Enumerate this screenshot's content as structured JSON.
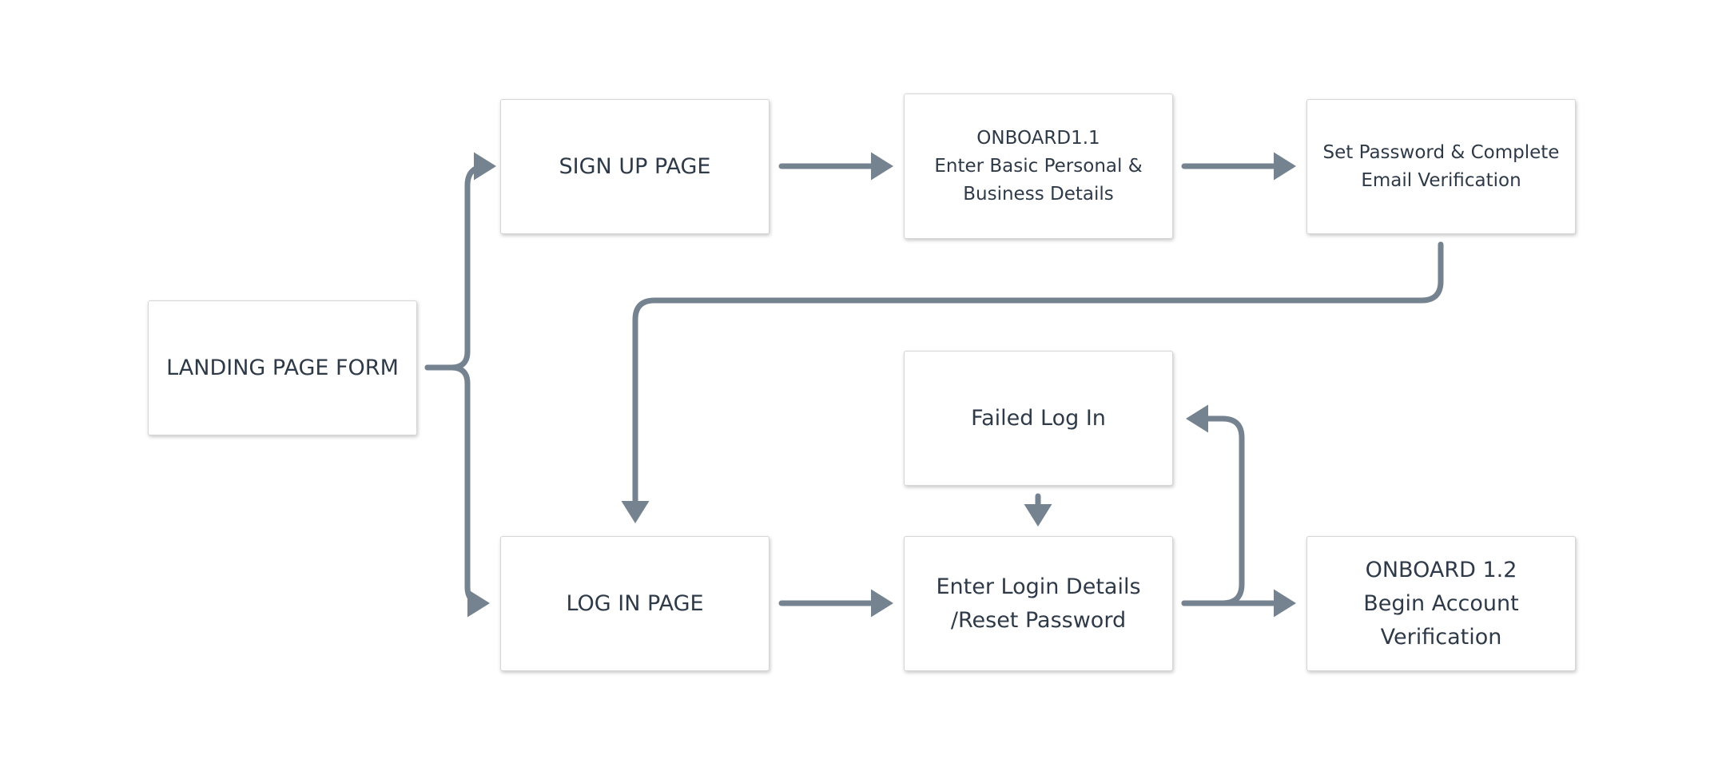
{
  "diagram": {
    "nodes": {
      "landing": {
        "label": "LANDING PAGE FORM"
      },
      "signup": {
        "label": "SIGN UP PAGE"
      },
      "onboard1": {
        "label": "ONBOARD1.1\nEnter Basic Personal &\nBusiness Details"
      },
      "setpw": {
        "label": "Set Password & Complete\nEmail Verification"
      },
      "failed": {
        "label": "Failed Log In"
      },
      "login": {
        "label": "LOG IN PAGE"
      },
      "enter": {
        "label": "Enter Login Details\n/Reset Password"
      },
      "onboard2": {
        "label": "ONBOARD 1.2\nBegin Account\nVerification"
      }
    },
    "edges": [
      {
        "from": "landing",
        "to": "signup"
      },
      {
        "from": "landing",
        "to": "login"
      },
      {
        "from": "signup",
        "to": "onboard1"
      },
      {
        "from": "onboard1",
        "to": "setpw"
      },
      {
        "from": "setpw",
        "to": "login"
      },
      {
        "from": "login",
        "to": "enter"
      },
      {
        "from": "enter",
        "to": "onboard2"
      },
      {
        "from": "enter",
        "to": "failed"
      },
      {
        "from": "failed",
        "to": "enter"
      }
    ],
    "connector_color": "#75828f"
  }
}
